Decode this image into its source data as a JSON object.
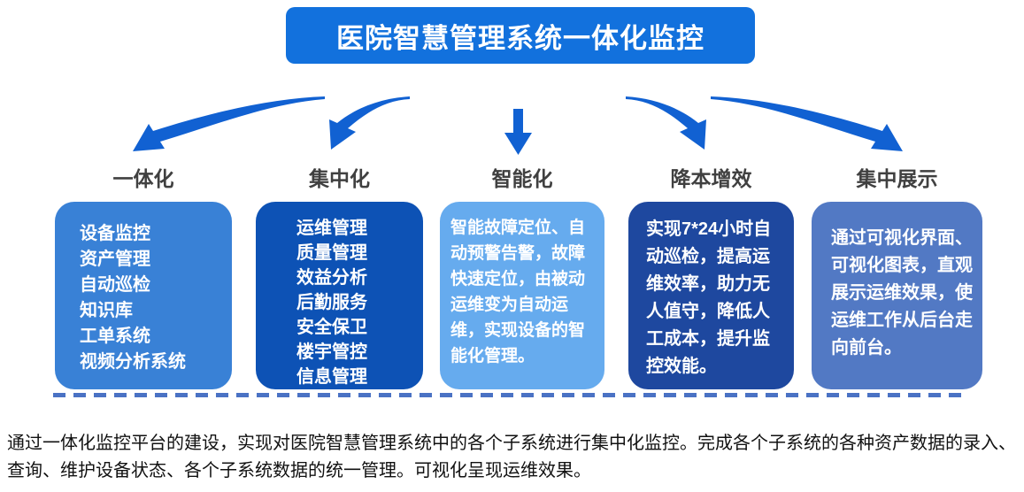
{
  "title": "医院智慧管理系统一体化监控",
  "colors": {
    "title_bg": "#1271dd",
    "arrow": "#1161d2",
    "heading_text": "#404040",
    "box_text": "#ffffff",
    "dashed_line": "#4a72c4",
    "footer_text": "#111111"
  },
  "columns": [
    {
      "heading": "一体化",
      "color": "#3981d6",
      "items": [
        "设备监控",
        "资产管理",
        "自动巡检",
        "知识库",
        "工单系统",
        "视频分析系统"
      ]
    },
    {
      "heading": "集中化",
      "color": "#0d52b5",
      "items": [
        "运维管理",
        "质量管理",
        "效益分析",
        "后勤服务",
        "安全保卫",
        "楼宇管控",
        "信息管理"
      ]
    },
    {
      "heading": "智能化",
      "color": "#66abee",
      "text": "智能故障定位、自动预警告警，故障快速定位，由被动运维变为自动运维，实现设备的智能化管理。"
    },
    {
      "heading": "降本增效",
      "color": "#1e489f",
      "text": "实现7*24小时自动巡检，提高运维效率，助力无人值守，降低人工成本，提升监控效能。"
    },
    {
      "heading": "集中展示",
      "color": "#5279c4",
      "text": "通过可视化界面、可视化图表，直观展示运维效果，使运维工作从后台走向前台。"
    }
  ],
  "footer": "通过一体化监控平台的建设，实现对医院智慧管理系统中的各个子系统进行集中化监控。完成各个子系统的各种资产数据的录入、查询、维护设备状态、各个子系统数据的统一管理。可视化呈现运维效果。"
}
